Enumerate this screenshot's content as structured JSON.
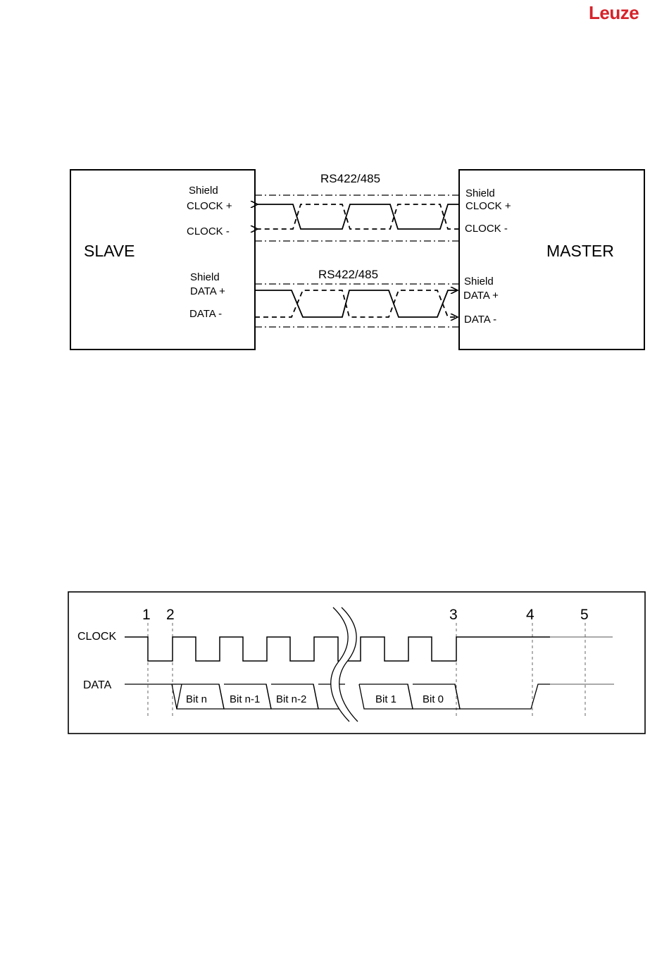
{
  "header": {
    "brand": "Leuze"
  },
  "connection_diagram": {
    "slave_label": "SLAVE",
    "master_label": "MASTER",
    "clock_bus_label": "RS422/485",
    "data_bus_label": "RS422/485",
    "slave_pins": {
      "shield_clock": "Shield",
      "clock_plus": "CLOCK +",
      "clock_minus": "CLOCK -",
      "shield_data": "Shield",
      "data_plus": "DATA +",
      "data_minus": "DATA -"
    },
    "master_pins": {
      "shield_clock": "Shield",
      "clock_plus": "CLOCK +",
      "clock_minus": "CLOCK -",
      "shield_data": "Shield",
      "data_plus": "DATA +",
      "data_minus": "DATA -"
    }
  },
  "timing_diagram": {
    "markers": [
      "1",
      "2",
      "3",
      "4",
      "5"
    ],
    "clock_label": "CLOCK",
    "data_label": "DATA",
    "bits": [
      "Bit n",
      "Bit n-1",
      "Bit n-2",
      "Bit 1",
      "Bit 0"
    ]
  }
}
